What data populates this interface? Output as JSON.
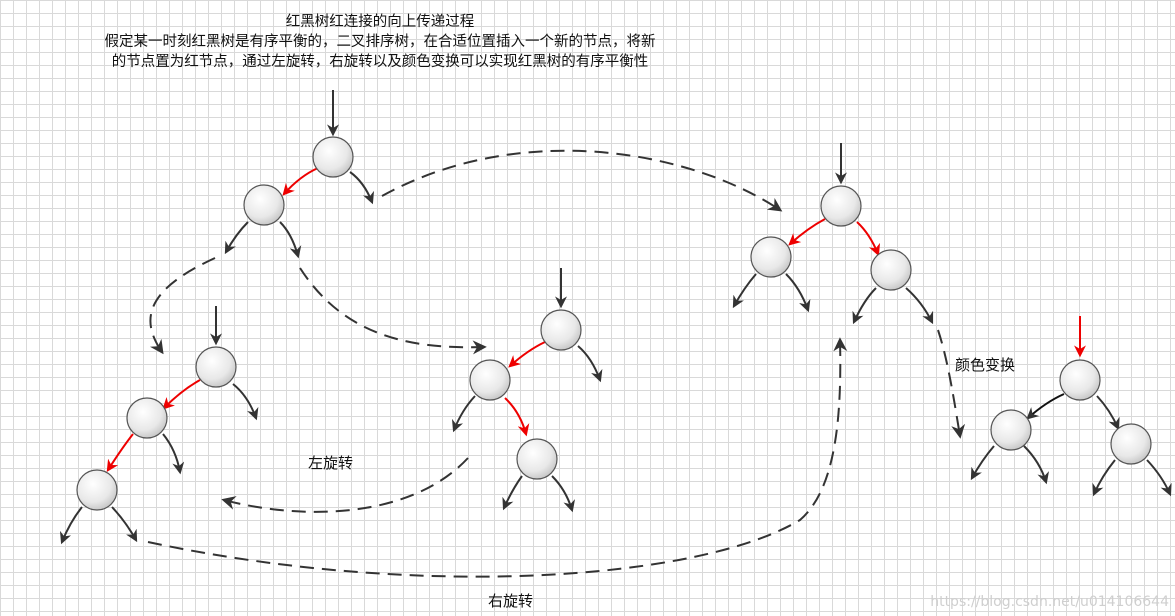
{
  "title": {
    "line1": "红黑树红连接的向上传递过程",
    "line2": "假定某一时刻红黑树是有序平衡的，二叉排序树，在合适位置插入一个新的节点，将新",
    "line3": "的节点置为红节点，通过左旋转，右旋转以及颜色变换可以实现红黑树的有序平衡性"
  },
  "labels": {
    "left_rotate": "左旋转",
    "right_rotate": "右旋转",
    "color_flip": "颜色变换"
  },
  "watermark": "https://blog.csdn.net/u014106644",
  "colors": {
    "red_link": "#ee0000",
    "black_link": "#333333",
    "dashed_arrow": "#333333",
    "node_fill_outer": "#f4f4f4",
    "node_fill_inner": "#d0d0d0",
    "node_stroke": "#555555"
  }
}
